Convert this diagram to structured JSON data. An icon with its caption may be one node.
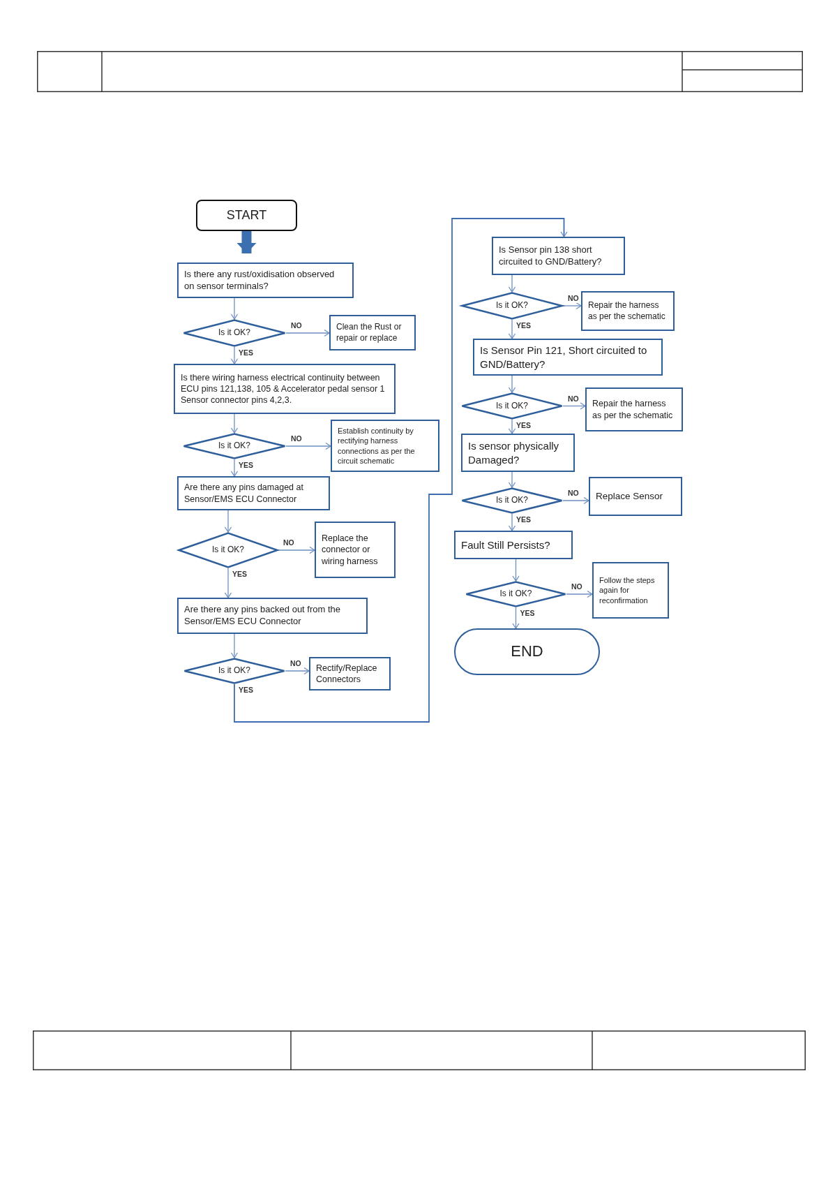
{
  "diagram": {
    "nodes": [
      {
        "text": [
          "START"
        ]
      },
      {
        "text": [
          "Is there any rust/oxidisation observed on sensor terminals?"
        ]
      },
      {
        "text": [
          "Is it OK?"
        ]
      },
      {
        "text": [
          "Clean the Rust or repair or replace"
        ]
      },
      {
        "text": [
          "Is there wiring harness electrical continuity between ECU pins 121,138, 105 & Accelerator pedal sensor 1 Sensor connector pins 4,2,3."
        ]
      },
      {
        "text": [
          "Is it OK?"
        ]
      },
      {
        "text": [
          "Establish continuity by rectifying harness connections as per the circuit schematic"
        ]
      },
      {
        "text": [
          "Are there any pins damaged at Sensor/EMS ECU Connector"
        ]
      },
      {
        "text": [
          "Is it OK?"
        ]
      },
      {
        "text": [
          "Replace the connector or wiring harness"
        ]
      },
      {
        "text": [
          "Are there any pins backed out from the Sensor/EMS ECU Connector"
        ]
      },
      {
        "text": [
          "Is it OK?"
        ]
      },
      {
        "text": [
          "Rectify/Replace Connectors"
        ]
      },
      {
        "text": [
          "Is Sensor pin 138 short circuited to GND/Battery?"
        ]
      },
      {
        "text": [
          "Is it OK?"
        ]
      },
      {
        "text": [
          "Repair the harness as per the schematic"
        ]
      },
      {
        "text": [
          "Is Sensor Pin 121, Short circuited to GND/Battery?"
        ]
      },
      {
        "text": [
          "Is it OK?"
        ]
      },
      {
        "text": [
          "Repair the harness as per the schematic"
        ]
      },
      {
        "text": [
          "Is sensor physically Damaged?"
        ]
      },
      {
        "text": [
          "Is it OK?"
        ]
      },
      {
        "text": [
          "Replace Sensor"
        ]
      },
      {
        "text": [
          "Fault Still Persists?"
        ]
      },
      {
        "text": [
          "Is it OK?"
        ]
      },
      {
        "text": [
          "Follow the steps again for reconfirmation"
        ]
      },
      {
        "text": [
          "END"
        ]
      }
    ],
    "edges": [
      {
        "from": 0,
        "to": 1,
        "arrow": "to",
        "style": "thick"
      },
      {
        "from": 1,
        "to": 2,
        "arrow": "to"
      },
      {
        "from": 2,
        "to": 3,
        "arrow": "to",
        "label": "NO"
      },
      {
        "from": 2,
        "to": 4,
        "arrow": "to",
        "label": "YES"
      },
      {
        "from": 4,
        "to": 5,
        "arrow": "to"
      },
      {
        "from": 5,
        "to": 6,
        "arrow": "to",
        "label": "NO"
      },
      {
        "from": 5,
        "to": 7,
        "arrow": "to",
        "label": "YES"
      },
      {
        "from": 7,
        "to": 8,
        "arrow": "to"
      },
      {
        "from": 8,
        "to": 9,
        "arrow": "to",
        "label": "NO"
      },
      {
        "from": 8,
        "to": 10,
        "arrow": "to",
        "label": "YES"
      },
      {
        "from": 10,
        "to": 11,
        "arrow": "to"
      },
      {
        "from": 11,
        "to": 12,
        "arrow": "to",
        "label": "NO"
      },
      {
        "from": 11,
        "to": 13,
        "arrow": "to",
        "label": "YES"
      },
      {
        "from": 13,
        "to": 14,
        "arrow": "to"
      },
      {
        "from": 14,
        "to": 15,
        "arrow": "to",
        "label": "NO"
      },
      {
        "from": 14,
        "to": 16,
        "arrow": "to",
        "label": "YES"
      },
      {
        "from": 16,
        "to": 17,
        "arrow": "to"
      },
      {
        "from": 17,
        "to": 18,
        "arrow": "to",
        "label": "NO"
      },
      {
        "from": 17,
        "to": 19,
        "arrow": "to",
        "label": "YES"
      },
      {
        "from": 19,
        "to": 20,
        "arrow": "to"
      },
      {
        "from": 20,
        "to": 21,
        "arrow": "to",
        "label": "NO"
      },
      {
        "from": 20,
        "to": 22,
        "arrow": "to",
        "label": "YES"
      },
      {
        "from": 22,
        "to": 23,
        "arrow": "to"
      },
      {
        "from": 23,
        "to": 24,
        "arrow": "to",
        "label": "NO"
      },
      {
        "from": 23,
        "to": 25,
        "arrow": "to",
        "label": "YES"
      }
    ]
  }
}
